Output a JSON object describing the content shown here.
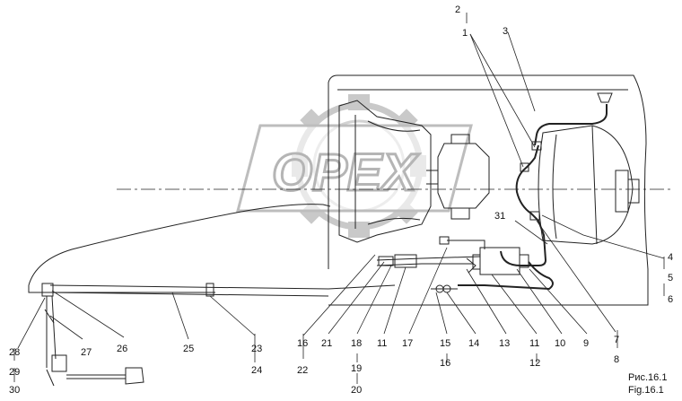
{
  "watermark": {
    "text": "OPEX"
  },
  "caption": {
    "ru": "Рис.16.1",
    "en": "Fig.16.1"
  },
  "callouts": {
    "c1": "1",
    "c2": "2",
    "c3": "3",
    "c4": "4",
    "c5": "5",
    "c6": "6",
    "c7": "7",
    "c8": "8",
    "c9": "9",
    "c10": "10",
    "c11a": "11",
    "c11b": "11",
    "c12": "12",
    "c13": "13",
    "c14": "14",
    "c15": "15",
    "c16a": "16",
    "c16b": "16",
    "c17": "17",
    "c18": "18",
    "c19": "19",
    "c20": "20",
    "c21": "21",
    "c22": "22",
    "c23": "23",
    "c24": "24",
    "c25": "25",
    "c26": "26",
    "c27": "27",
    "c28": "28",
    "c29": "29",
    "c30": "30",
    "c31": "31"
  }
}
